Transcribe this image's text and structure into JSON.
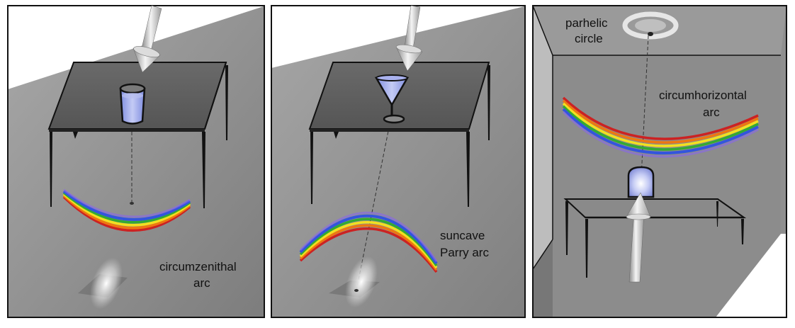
{
  "panels": [
    {
      "id": "circumzenithal",
      "label_lines": [
        "circumzenithal",
        "arc"
      ],
      "container": "glass"
    },
    {
      "id": "suncave-parry",
      "label_lines": [
        "suncave",
        "Parry arc"
      ],
      "container": "cocktail-glass"
    },
    {
      "id": "circumhorizontal",
      "label_lines": [
        "circumhorizontal",
        "arc"
      ],
      "secondary_label_lines": [
        "parhelic",
        "circle"
      ],
      "container": "cylinder"
    }
  ],
  "colors": {
    "rainbow": [
      "#cc2222",
      "#ee7711",
      "#f2e020",
      "#33aa33",
      "#3355dd",
      "#8866ee"
    ],
    "water": "#9aa6ee",
    "panel_border": "#111111",
    "backdrop": "#999999"
  },
  "icons": [
    "light-beam-arrow-icon",
    "water-glass-icon",
    "cocktail-glass-icon",
    "cylinder-container-icon",
    "table-icon"
  ]
}
